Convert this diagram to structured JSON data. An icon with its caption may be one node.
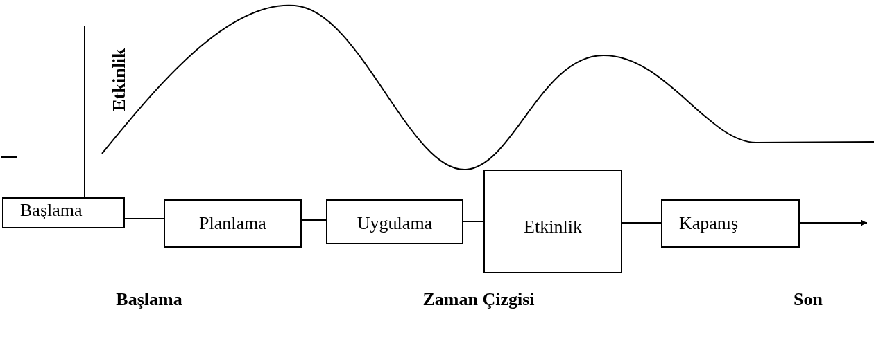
{
  "diagram": {
    "nodes": [
      {
        "text": [
          "Başlama"
        ]
      },
      {
        "text": [
          "Planlama"
        ]
      },
      {
        "text": [
          "Uygulama"
        ]
      },
      {
        "text": [
          "Etkinlik"
        ]
      },
      {
        "text": [
          "Kapanış"
        ]
      }
    ],
    "edges": [
      {
        "from": 0,
        "to": 1,
        "arrow": "none"
      },
      {
        "from": 1,
        "to": 2,
        "arrow": "none"
      },
      {
        "from": 2,
        "to": 3,
        "arrow": "none"
      },
      {
        "from": 3,
        "to": 4,
        "arrow": "none"
      },
      {
        "from": 4,
        "to": null,
        "arrow": "to"
      }
    ],
    "labels": [
      "Etkinlik",
      "Başlama",
      "Zaman Çizgisi",
      "Son"
    ]
  }
}
